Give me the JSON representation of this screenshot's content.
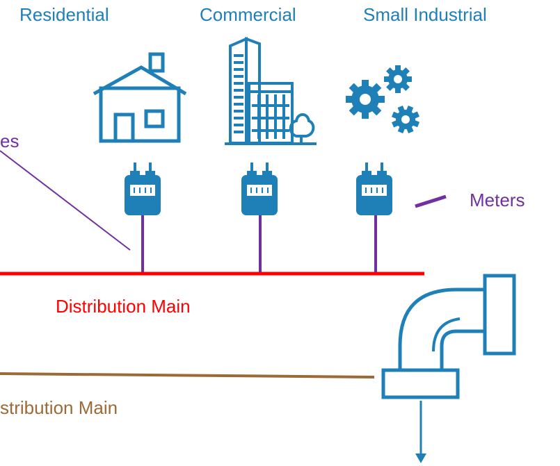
{
  "categories": {
    "residential": "Residential",
    "commercial": "Commercial",
    "small_industrial": "Small Industrial"
  },
  "labels": {
    "services_partial": "es",
    "meters": "Meters",
    "distribution_main_red": "Distribution Main",
    "distribution_main_brown_partial": "stribution Main"
  },
  "icons": [
    "house-icon",
    "office-building-icon",
    "gears-icon",
    "gas-meter-icon",
    "pipe-elbow-icon",
    "down-arrow-icon"
  ],
  "colors": {
    "icon_blue": "#1f7fb7",
    "purple": "#7030a0",
    "red": "#ff0000",
    "brown": "#9c6a36"
  }
}
